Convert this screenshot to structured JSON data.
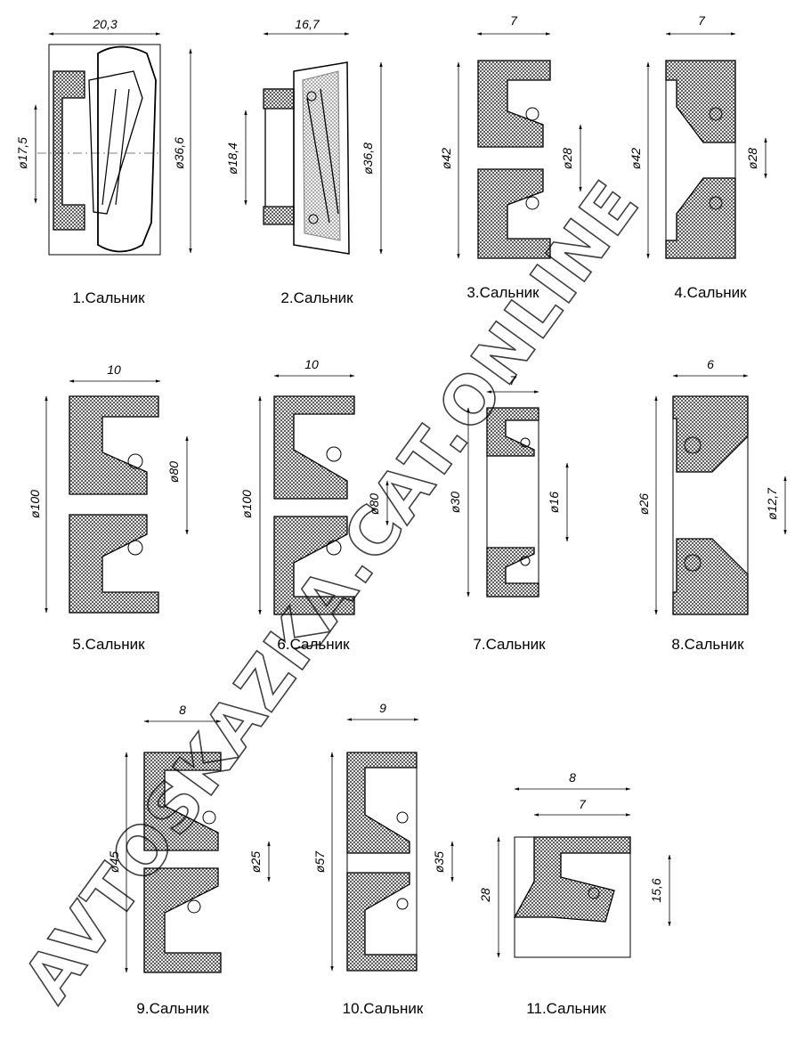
{
  "watermark": "AVTOSKAZKA.CAT.ONLINE",
  "colors": {
    "line": "#000000",
    "fill": "#ffffff"
  },
  "seals": [
    {
      "id": 1,
      "caption": "1.Сальник",
      "dims": [
        "20,3",
        "ø17,5",
        "ø36,6"
      ]
    },
    {
      "id": 2,
      "caption": "2.Сальник",
      "dims": [
        "16,7",
        "ø18,4",
        "ø36,8"
      ]
    },
    {
      "id": 3,
      "caption": "3.Сальник",
      "dims": [
        "7",
        "ø42",
        "ø28"
      ]
    },
    {
      "id": 4,
      "caption": "4.Сальник",
      "dims": [
        "7",
        "ø42",
        "ø28"
      ]
    },
    {
      "id": 5,
      "caption": "5.Сальник",
      "dims": [
        "10",
        "ø100",
        "ø80"
      ]
    },
    {
      "id": 6,
      "caption": "6.Сальник",
      "dims": [
        "10",
        "ø100",
        "ø80"
      ]
    },
    {
      "id": 7,
      "caption": "7.Сальник",
      "dims": [
        "7",
        "ø30",
        "ø16"
      ]
    },
    {
      "id": 8,
      "caption": "8.Сальник",
      "dims": [
        "6",
        "ø26",
        "ø12,7"
      ]
    },
    {
      "id": 9,
      "caption": "9.Сальник",
      "dims": [
        "8",
        "ø45",
        "ø25"
      ]
    },
    {
      "id": 10,
      "caption": "10.Сальник",
      "dims": [
        "9",
        "ø57",
        "ø35"
      ]
    },
    {
      "id": 11,
      "caption": "11.Сальник",
      "dims": [
        "8",
        "7",
        "28",
        "15,6"
      ]
    }
  ]
}
